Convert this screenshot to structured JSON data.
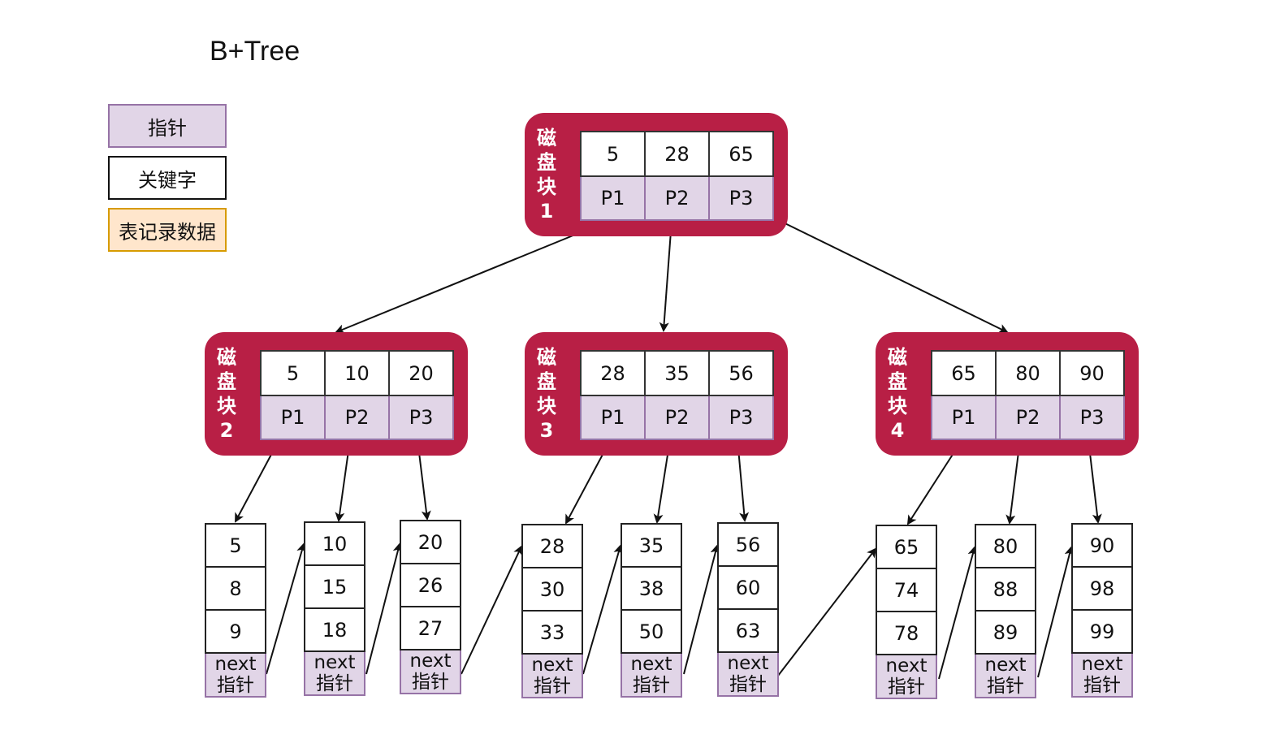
{
  "title": "B+Tree",
  "legend": {
    "pointer": "指针",
    "key": "关键字",
    "record": "表记录数据"
  },
  "colors": {
    "block_fill": "#b81f45",
    "pointer_fill": "#e1d5e7",
    "pointer_border": "#9673a6",
    "record_fill": "#ffe6cc",
    "record_border": "#d79b00"
  },
  "blocks": [
    {
      "label": [
        "磁",
        "盘",
        "块",
        "1"
      ],
      "keys": [
        "5",
        "28",
        "65"
      ],
      "pointers": [
        "P1",
        "P2",
        "P3"
      ]
    },
    {
      "label": [
        "磁",
        "盘",
        "块",
        "2"
      ],
      "keys": [
        "5",
        "10",
        "20"
      ],
      "pointers": [
        "P1",
        "P2",
        "P3"
      ]
    },
    {
      "label": [
        "磁",
        "盘",
        "块",
        "3"
      ],
      "keys": [
        "28",
        "35",
        "56"
      ],
      "pointers": [
        "P1",
        "P2",
        "P3"
      ]
    },
    {
      "label": [
        "磁",
        "盘",
        "块",
        "4"
      ],
      "keys": [
        "65",
        "80",
        "90"
      ],
      "pointers": [
        "P1",
        "P2",
        "P3"
      ]
    }
  ],
  "leaves": [
    {
      "keys": [
        "5",
        "8",
        "9"
      ],
      "next": [
        "next",
        "指针"
      ]
    },
    {
      "keys": [
        "10",
        "15",
        "18"
      ],
      "next": [
        "next",
        "指针"
      ]
    },
    {
      "keys": [
        "20",
        "26",
        "27"
      ],
      "next": [
        "next",
        "指针"
      ]
    },
    {
      "keys": [
        "28",
        "30",
        "33"
      ],
      "next": [
        "next",
        "指针"
      ]
    },
    {
      "keys": [
        "35",
        "38",
        "50"
      ],
      "next": [
        "next",
        "指针"
      ]
    },
    {
      "keys": [
        "56",
        "60",
        "63"
      ],
      "next": [
        "next",
        "指针"
      ]
    },
    {
      "keys": [
        "65",
        "74",
        "78"
      ],
      "next": [
        "next",
        "指针"
      ]
    },
    {
      "keys": [
        "80",
        "88",
        "89"
      ],
      "next": [
        "next",
        "指针"
      ]
    },
    {
      "keys": [
        "90",
        "98",
        "99"
      ],
      "next": [
        "next",
        "指针"
      ]
    }
  ]
}
